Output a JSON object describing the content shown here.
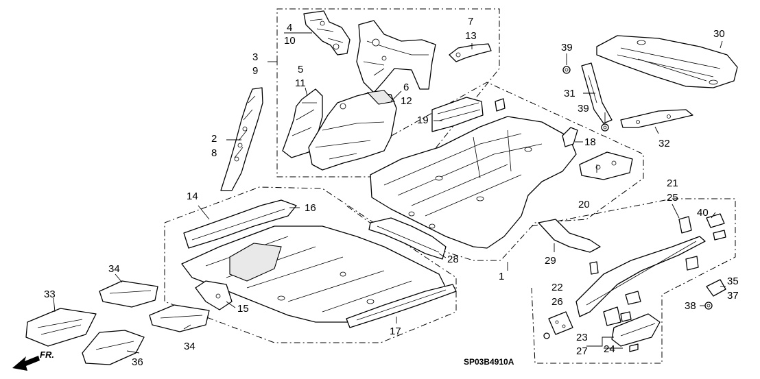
{
  "diagram_code": "SP03B4910A",
  "direction_label": "FR.",
  "callouts": {
    "c1": "1",
    "c2": "2",
    "c3": "3",
    "c4": "4",
    "c5": "5",
    "c6": "6",
    "c7": "7",
    "c8": "8",
    "c9": "9",
    "c10": "10",
    "c11": "11",
    "c12": "12",
    "c13": "13",
    "c14": "14",
    "c15": "15",
    "c16": "16",
    "c17": "17",
    "c18": "18",
    "c19": "19",
    "c20": "20",
    "c21": "21",
    "c22": "22",
    "c23": "23",
    "c24": "24",
    "c25": "25",
    "c26": "26",
    "c27": "27",
    "c28": "28",
    "c29": "29",
    "c30": "30",
    "c31": "31",
    "c32": "32",
    "c33": "33",
    "c34a": "34",
    "c34b": "34",
    "c35": "35",
    "c36": "36",
    "c37": "37",
    "c38": "38",
    "c39a": "39",
    "c39b": "39",
    "c40": "40"
  },
  "icons": {
    "direction": "front-arrow-icon"
  },
  "colors": {
    "line": "#000000",
    "background": "#ffffff",
    "shade": "#e9e9e9"
  }
}
